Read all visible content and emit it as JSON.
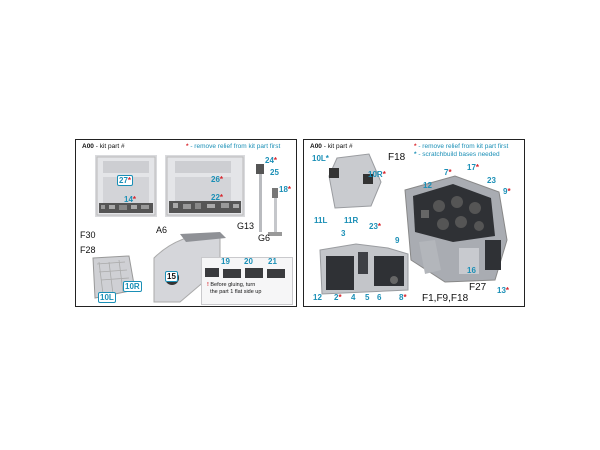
{
  "left": {
    "kit_label": {
      "code": "A00",
      "text": " - kit part #"
    },
    "legend_red": " - remove relief from kit part first",
    "labels": {
      "f30": "F30",
      "f28": "F28",
      "a6": "A6",
      "g13": "G13",
      "g6": "G6"
    },
    "parts": {
      "p27": "27",
      "p14": "14",
      "p26": "26",
      "p22": "22",
      "p24": "24",
      "p25": "25",
      "p18": "18",
      "p10l": "10L",
      "p10r": "10R",
      "p15": "15",
      "p19": "19",
      "p20": "20",
      "p21": "21"
    },
    "note_line1": "Before gluing, turn",
    "note_line2": "the part 1 flat side up",
    "note_num": "1"
  },
  "right": {
    "kit_label": {
      "code": "A00",
      "text": " - kit part #"
    },
    "legend_red": " - remove relief from kit part first",
    "legend_blue": " - scratchbuild bases needed",
    "labels": {
      "f18": "F18",
      "f27": "F27",
      "f_group": "F1,F9,F18"
    },
    "parts": {
      "p10l": "10L",
      "p10r": "10R",
      "p17": "17",
      "p7": "7",
      "p23a": "23",
      "p12a": "12",
      "p9a": "9",
      "p11l": "11L",
      "p11r": "11R",
      "p3": "3",
      "p23b": "23",
      "p9b": "9",
      "p16": "16",
      "p12b": "12",
      "p2": "2",
      "p4": "4",
      "p5": "5",
      "p6": "6",
      "p8": "8",
      "p13": "13"
    }
  },
  "star_glyph": "*"
}
